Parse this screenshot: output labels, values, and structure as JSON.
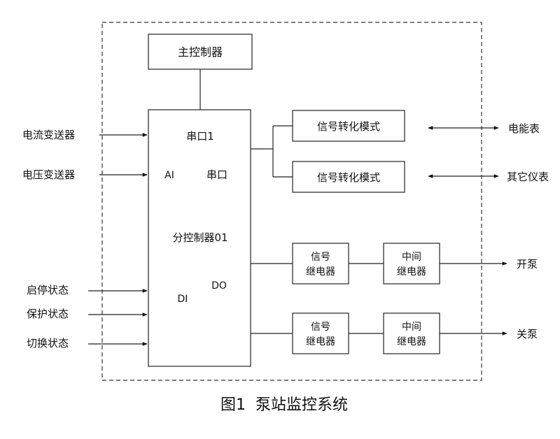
{
  "main_controller": "主控制器",
  "sub_controller": {
    "serial1": "串口1",
    "ai": "AI",
    "serial": "串口",
    "name": "分控制器01",
    "do": "DO",
    "di": "DI"
  },
  "converters": [
    "信号转化模式",
    "信号转化模式"
  ],
  "signal_relay": [
    "信号",
    "继电器"
  ],
  "intermediate_relay": [
    "中间",
    "继电器"
  ],
  "left_inputs": {
    "current_transmitter": "电流变送器",
    "voltage_transmitter": "电压变送器",
    "start_stop_status": "启停状态",
    "protection_status": "保护状态",
    "switch_status": "切换状态"
  },
  "right_outputs": {
    "energy_meter": "电能表",
    "other_instruments": "其它仪表",
    "pump_on": "开泵",
    "pump_off": "关泵"
  },
  "caption": "图1  泵站监控系统"
}
